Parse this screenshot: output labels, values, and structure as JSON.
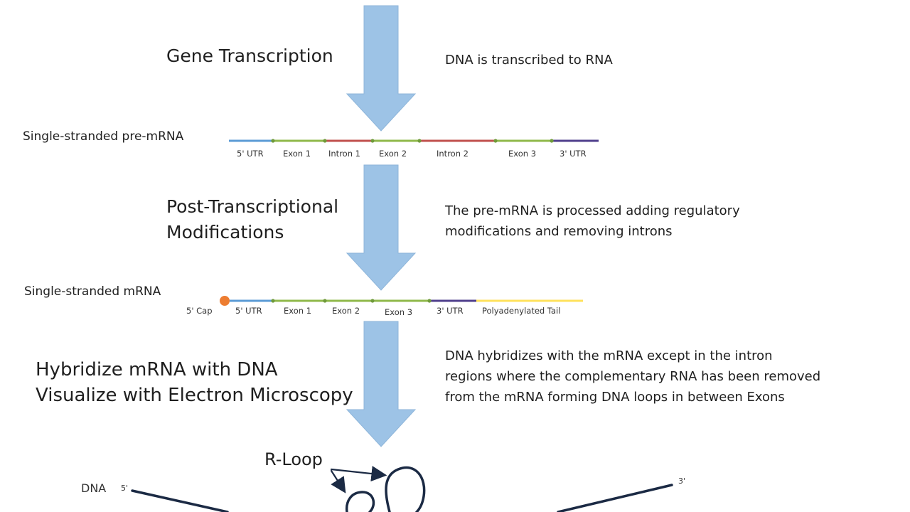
{
  "colors": {
    "arrow": "#9dc3e6",
    "utr_blue": "#5b9bd5",
    "exon_green": "#8fb84a",
    "intron_red": "#c0504d",
    "utr3_purple": "#4f3f8c",
    "poly_yellow": "#ffe25c",
    "cap_orange": "#ed7d31",
    "dna_navy": "#1b2a44"
  },
  "steps": {
    "gene_transcription": "Gene Transcription",
    "post_transcriptional_1": "Post-Transcriptional",
    "post_transcriptional_2": "Modifications",
    "hybridize_1": "Hybridize mRNA with DNA",
    "hybridize_2": "Visualize with Electron Microscopy"
  },
  "descriptions": {
    "transcription": "DNA is transcribed to RNA",
    "processing_1": "The pre-mRNA is processed adding regulatory",
    "processing_2": "modifications and removing introns",
    "hybrid_1": "DNA hybridizes with the mRNA except in the intron",
    "hybrid_2": "regions where the complementary RNA has been removed",
    "hybrid_3": "from the mRNA forming DNA loops in between Exons"
  },
  "pre_mrna": {
    "title": "Single-stranded pre-mRNA",
    "segments": [
      {
        "label": "5' UTR",
        "color": "#5b9bd5"
      },
      {
        "label": "Exon 1",
        "color": "#8fb84a"
      },
      {
        "label": "Intron 1",
        "color": "#c0504d"
      },
      {
        "label": "Exon 2",
        "color": "#8fb84a"
      },
      {
        "label": "Intron 2",
        "color": "#c0504d"
      },
      {
        "label": "Exon 3",
        "color": "#8fb84a"
      },
      {
        "label": "3' UTR",
        "color": "#4f3f8c"
      }
    ]
  },
  "mrna": {
    "title": "Single-stranded mRNA",
    "cap_label": "5' Cap",
    "segments": [
      {
        "label": "5' UTR",
        "color": "#5b9bd5"
      },
      {
        "label": "Exon 1",
        "color": "#8fb84a"
      },
      {
        "label": "Exon 2",
        "color": "#8fb84a"
      },
      {
        "label": "Exon 3",
        "color": "#8fb84a"
      },
      {
        "label": "3' UTR",
        "color": "#4f3f8c"
      },
      {
        "label": "Polyadenylated Tail",
        "color": "#ffe25c"
      }
    ]
  },
  "bottom": {
    "rloop_label": "R-Loop",
    "dna_label": "DNA",
    "five_prime": "5'",
    "three_prime": "3'"
  }
}
